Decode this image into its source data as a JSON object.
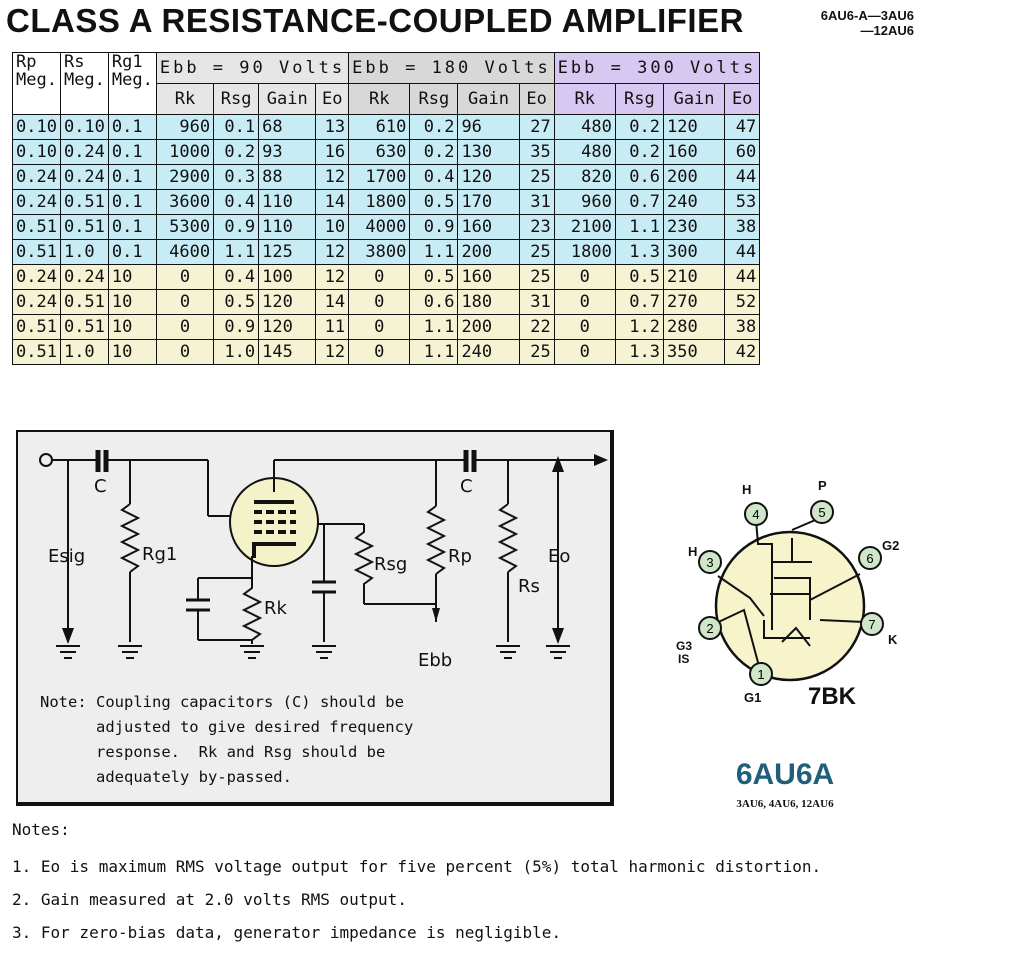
{
  "title": "CLASS A RESISTANCE-COUPLED AMPLIFIER",
  "tube_ids": [
    "6AU6-A—3AU6",
    "—12AU6"
  ],
  "table": {
    "left_headers": [
      {
        "line1": "Rp",
        "line2": "Meg."
      },
      {
        "line1": "Rs",
        "line2": "Meg."
      },
      {
        "line1": "Rg1",
        "line2": "Meg."
      }
    ],
    "groups": [
      "Ebb = 90 Volts",
      "Ebb = 180 Volts",
      "Ebb = 300 Volts"
    ],
    "sub_headers": [
      "Rk",
      "Rsg",
      "Gain",
      "Eo"
    ],
    "rows": [
      [
        "0.10",
        "0.10",
        "0.1",
        "960",
        "0.1",
        "68",
        "13",
        "610",
        "0.2",
        "96",
        "27",
        "480",
        "0.2",
        "120",
        "47"
      ],
      [
        "0.10",
        "0.24",
        "0.1",
        "1000",
        "0.2",
        "93",
        "16",
        "630",
        "0.2",
        "130",
        "35",
        "480",
        "0.2",
        "160",
        "60"
      ],
      [
        "0.24",
        "0.24",
        "0.1",
        "2900",
        "0.3",
        "88",
        "12",
        "1700",
        "0.4",
        "120",
        "25",
        "820",
        "0.6",
        "200",
        "44"
      ],
      [
        "0.24",
        "0.51",
        "0.1",
        "3600",
        "0.4",
        "110",
        "14",
        "1800",
        "0.5",
        "170",
        "31",
        "960",
        "0.7",
        "240",
        "53"
      ],
      [
        "0.51",
        "0.51",
        "0.1",
        "5300",
        "0.9",
        "110",
        "10",
        "4000",
        "0.9",
        "160",
        "23",
        "2100",
        "1.1",
        "230",
        "38"
      ],
      [
        "0.51",
        "1.0",
        "0.1",
        "4600",
        "1.1",
        "125",
        "12",
        "3800",
        "1.1",
        "200",
        "25",
        "1800",
        "1.3",
        "300",
        "44"
      ],
      [
        "0.24",
        "0.24",
        "10",
        "0",
        "0.4",
        "100",
        "12",
        "0",
        "0.5",
        "160",
        "25",
        "0",
        "0.5",
        "210",
        "44"
      ],
      [
        "0.24",
        "0.51",
        "10",
        "0",
        "0.5",
        "120",
        "14",
        "0",
        "0.6",
        "180",
        "31",
        "0",
        "0.7",
        "270",
        "52"
      ],
      [
        "0.51",
        "0.51",
        "10",
        "0",
        "0.9",
        "120",
        "11",
        "0",
        "1.1",
        "200",
        "22",
        "0",
        "1.2",
        "280",
        "38"
      ],
      [
        "0.51",
        "1.0",
        "10",
        "0",
        "1.0",
        "145",
        "12",
        "0",
        "1.1",
        "240",
        "25",
        "0",
        "1.3",
        "350",
        "42"
      ]
    ]
  },
  "schematic": {
    "labels": {
      "c1": "C",
      "c2": "C",
      "esig": "Esig",
      "rg1": "Rg1",
      "rk": "Rk",
      "rsg": "Rsg",
      "rp": "Rp",
      "rs": "Rs",
      "eo": "Eo",
      "ebb": "Ebb"
    },
    "note": "Note: Coupling capacitors (C) should be\n      adjusted to give desired frequency\n      response.  Rk and Rsg should be\n      adequately by-passed."
  },
  "socket": {
    "base": "7BK",
    "pins": [
      {
        "num": "1",
        "label": "G1"
      },
      {
        "num": "2",
        "label": "G3\nIS"
      },
      {
        "num": "3",
        "label": "H"
      },
      {
        "num": "4",
        "label": "H"
      },
      {
        "num": "5",
        "label": "P"
      },
      {
        "num": "6",
        "label": "G2"
      },
      {
        "num": "7",
        "label": "K"
      }
    ]
  },
  "tube": {
    "name": "6AU6A",
    "alternates": "3AU6, 4AU6, 12AU6"
  },
  "notes": {
    "heading": "Notes:",
    "items": [
      "1. Eo is maximum RMS voltage output for five percent (5%) total harmonic distortion.",
      "2. Gain measured at 2.0 volts RMS output.",
      "3. For zero-bias data, generator impedance is negligible."
    ]
  },
  "colors": {
    "blue_rows": "#c8ecf6",
    "yellow_rows": "#f6f2d4",
    "ebb300_header": "#d6c8f0",
    "tube_name": "#1f5f7a"
  }
}
